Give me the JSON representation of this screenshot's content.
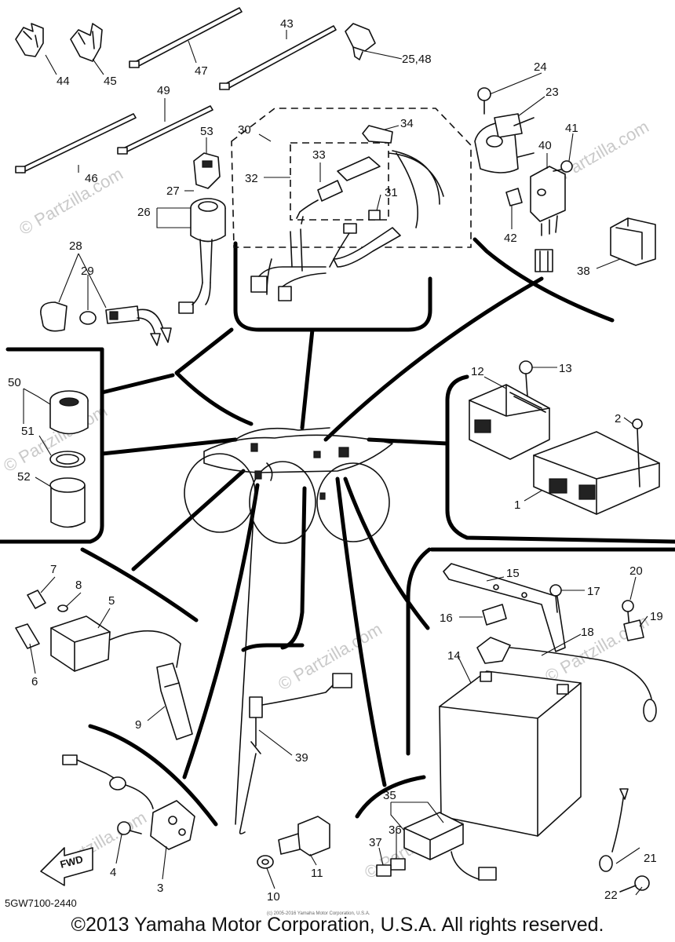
{
  "diagram": {
    "part_numbers": {
      "p1": "1",
      "p2": "2",
      "p3": "3",
      "p4": "4",
      "p5": "5",
      "p6": "6",
      "p7": "7",
      "p8": "8",
      "p9": "9",
      "p10": "10",
      "p11": "11",
      "p12": "12",
      "p13": "13",
      "p14": "14",
      "p15": "15",
      "p16": "16",
      "p17": "17",
      "p18": "18",
      "p19": "19",
      "p20": "20",
      "p21": "21",
      "p22": "22",
      "p23": "23",
      "p24": "24",
      "p25_48": "25,48",
      "p26": "26",
      "p27": "27",
      "p28": "28",
      "p29": "29",
      "p30": "30",
      "p31": "31",
      "p32": "32",
      "p33": "33",
      "p34": "34",
      "p35": "35",
      "p36": "36",
      "p37": "37",
      "p38": "38",
      "p39": "39",
      "p40": "40",
      "p41": "41",
      "p42": "42",
      "p43": "43",
      "p44": "44",
      "p45": "45",
      "p46": "46",
      "p47": "47",
      "p49": "49",
      "p50": "50",
      "p51": "51",
      "p52": "52",
      "p53": "53"
    },
    "fwd_label": "FWD",
    "watermark": "© Partzilla.com",
    "diagram_code": "5GW7100-2440",
    "small_copyright": "(c) 2005-2016 Yamaha Motor Corporation, U.S.A.",
    "copyright": "©2013 Yamaha Motor Corporation, U.S.A. All rights reserved."
  }
}
